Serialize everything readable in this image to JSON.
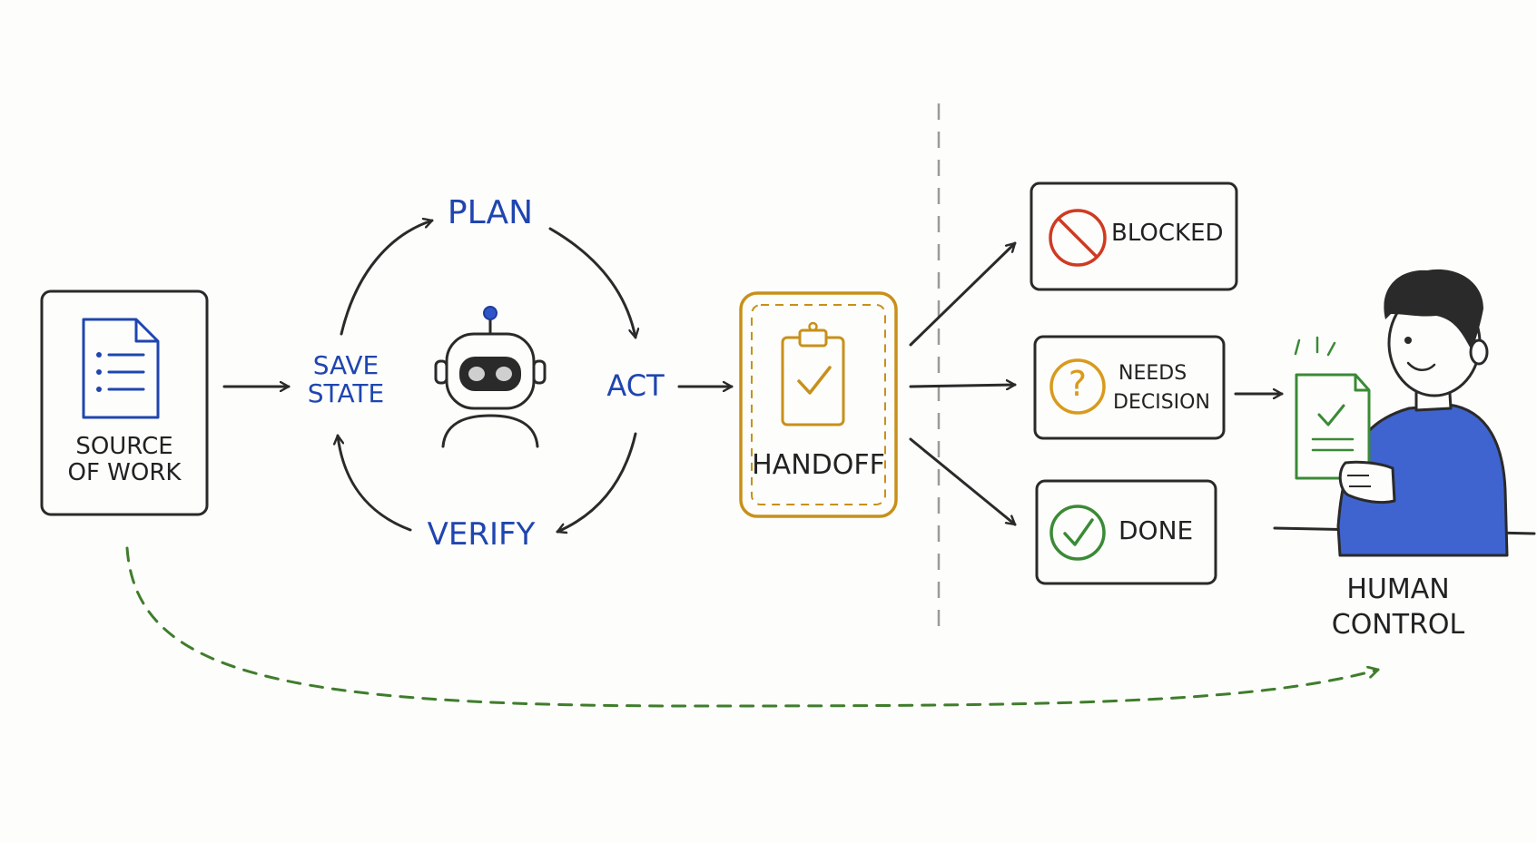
{
  "colors": {
    "ink": "#2a2a2a",
    "loop_blue": "#1f45b0",
    "handoff_gold": "#c8901a",
    "blocked_red": "#cf3a22",
    "decision_gold": "#d99a1c",
    "done_green": "#3a8a36",
    "person_blue": "#3f64d0",
    "return_green": "#3f7d2c",
    "divider_gray": "#9a9a9a"
  },
  "source": {
    "line1": "SOURCE",
    "line2": "OF WORK",
    "icon": "document-icon"
  },
  "loop": {
    "plan": "PLAN",
    "act": "ACT",
    "verify": "VERIFY",
    "save_line1": "SAVE",
    "save_line2": "STATE",
    "agent_icon": "robot-icon"
  },
  "handoff": {
    "label": "HANDOFF",
    "icon": "clipboard-check-icon"
  },
  "outcomes": {
    "blocked": {
      "label": "BLOCKED",
      "icon": "prohibited-icon"
    },
    "needs_decision": {
      "line1": "NEEDS",
      "line2": "DECISION",
      "icon": "question-icon"
    },
    "done": {
      "label": "DONE",
      "icon": "check-circle-icon"
    }
  },
  "human": {
    "line1": "HUMAN",
    "line2": "CONTROL",
    "icon": "person-icon",
    "doc_icon": "approved-document-icon"
  }
}
